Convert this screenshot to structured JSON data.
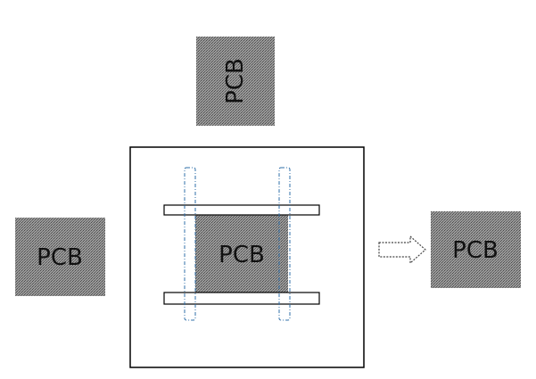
{
  "pcb_top": {
    "label": "PCB"
  },
  "pcb_left": {
    "label": "PCB"
  },
  "pcb_center": {
    "label": "PCB"
  },
  "pcb_right": {
    "label": "PCB"
  },
  "colors": {
    "pcb_fill": "#8a8a8a",
    "pcb_pattern_line": "#5a5a5a",
    "frame_stroke": "#000000",
    "dashed_guide": "#2f6fa8",
    "arrow_stroke": "#444444"
  }
}
